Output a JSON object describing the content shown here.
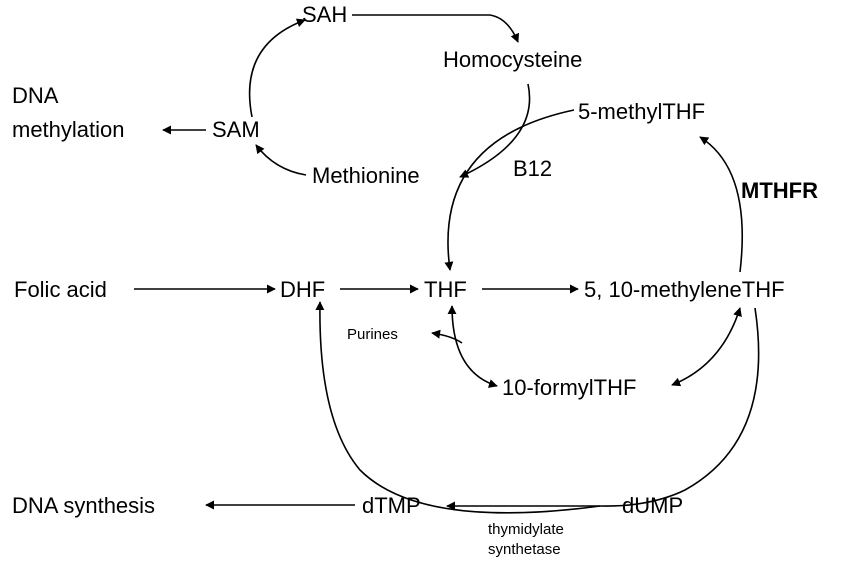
{
  "nodes": {
    "sah": "SAH",
    "homocysteine": "Homocysteine",
    "dna_methylation_line1": "DNA",
    "dna_methylation_line2": "methylation",
    "sam": "SAM",
    "methionine": "Methionine",
    "methyl_thf": "5-methylTHF",
    "b12": "B12",
    "mthfr": "MTHFR",
    "folic_acid": "Folic acid",
    "dhf": "DHF",
    "thf": "THF",
    "methylene_thf": "5, 10-methyleneTHF",
    "purines": "Purines",
    "formyl_thf": "10-formylTHF",
    "dna_synthesis": "DNA synthesis",
    "dtmp": "dTMP",
    "dump": "dUMP",
    "thymidylate_line1": "thymidylate",
    "thymidylate_line2": "synthetase"
  }
}
